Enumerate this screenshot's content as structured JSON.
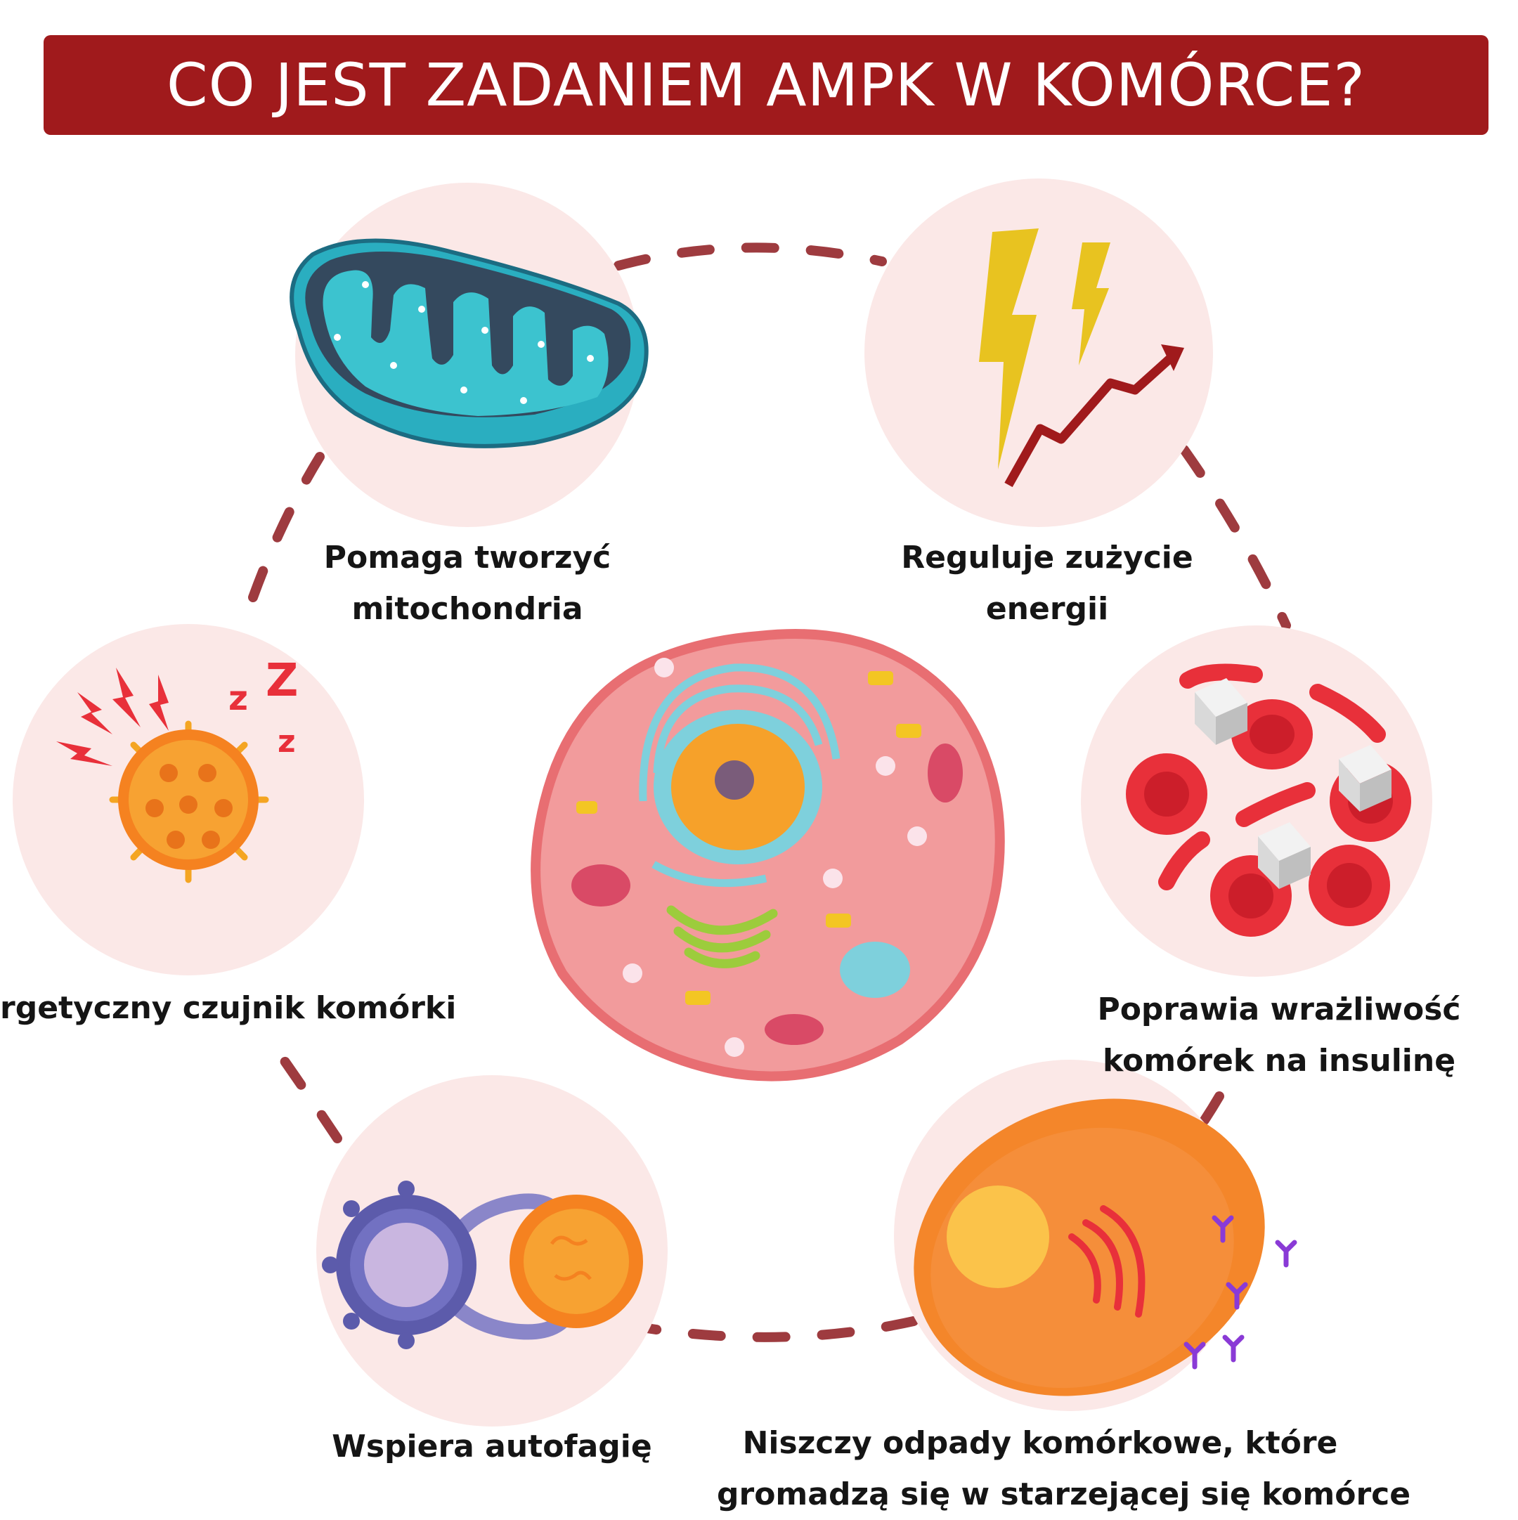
{
  "title": "CO JEST ZADANIEM AMPK W KOMÓRCE?",
  "colors": {
    "title_bg": "#a01a1c",
    "circle_bg": "#fbe8e7",
    "dash": "#9e3b3f",
    "text": "#151515"
  },
  "items": [
    {
      "id": "mitochondria",
      "icon": "mitochondrion-icon",
      "lines": [
        "Pomaga tworzyć",
        "mitochondria"
      ]
    },
    {
      "id": "energy",
      "icon": "lightning-arrow-icon",
      "lines": [
        "Reguluje zużycie",
        "energii"
      ]
    },
    {
      "id": "sensor",
      "icon": "virus-sensor-icon",
      "lines": [
        "rgetyczny czujnik komórki"
      ]
    },
    {
      "id": "insulin",
      "icon": "blood-cells-sugar-icon",
      "lines": [
        "Poprawia wrażliwość",
        "komórek na insulinę"
      ]
    },
    {
      "id": "autophagy",
      "icon": "autophagy-icon",
      "lines": [
        "Wspiera autofagię"
      ]
    },
    {
      "id": "senescence",
      "icon": "senescent-cell-icon",
      "lines": [
        "Niszczy odpady komórkowe, które",
        "gromadzą się w starzejącej się komórce"
      ]
    }
  ],
  "center_icon": "animal-cell-icon"
}
